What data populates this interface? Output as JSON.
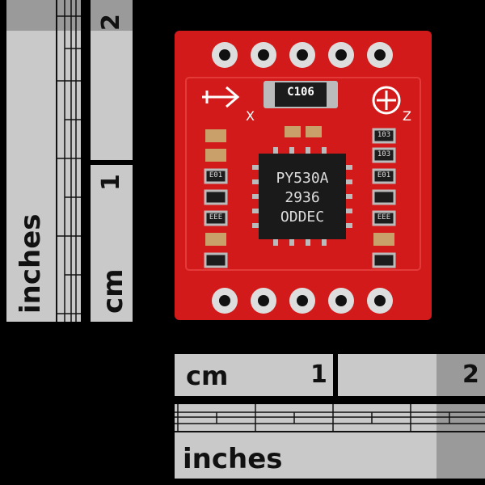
{
  "rulers": {
    "vertical_inch_label": "inches",
    "vertical_cm_label": "cm",
    "vertical_cm_mark_1": "1",
    "vertical_cm_mark_2": "2",
    "horizontal_cm_label": "cm",
    "horizontal_cm_mark_1": "1",
    "horizontal_cm_mark_2": "2",
    "horizontal_inch_label": "inches"
  },
  "board": {
    "chip_line_1": "PY530A",
    "chip_line_2": "2936",
    "chip_line_3": "ODDEC",
    "capacitor_label": "C106",
    "axis_x_label": "X",
    "axis_z_label": "Z",
    "resistor_marks": [
      "103",
      "103",
      "E01",
      "E01",
      "EEE",
      "EEE"
    ],
    "colors": {
      "pcb": "#d21a1a",
      "chip": "#1a1a1a",
      "pad": "#d9d9d9"
    }
  }
}
